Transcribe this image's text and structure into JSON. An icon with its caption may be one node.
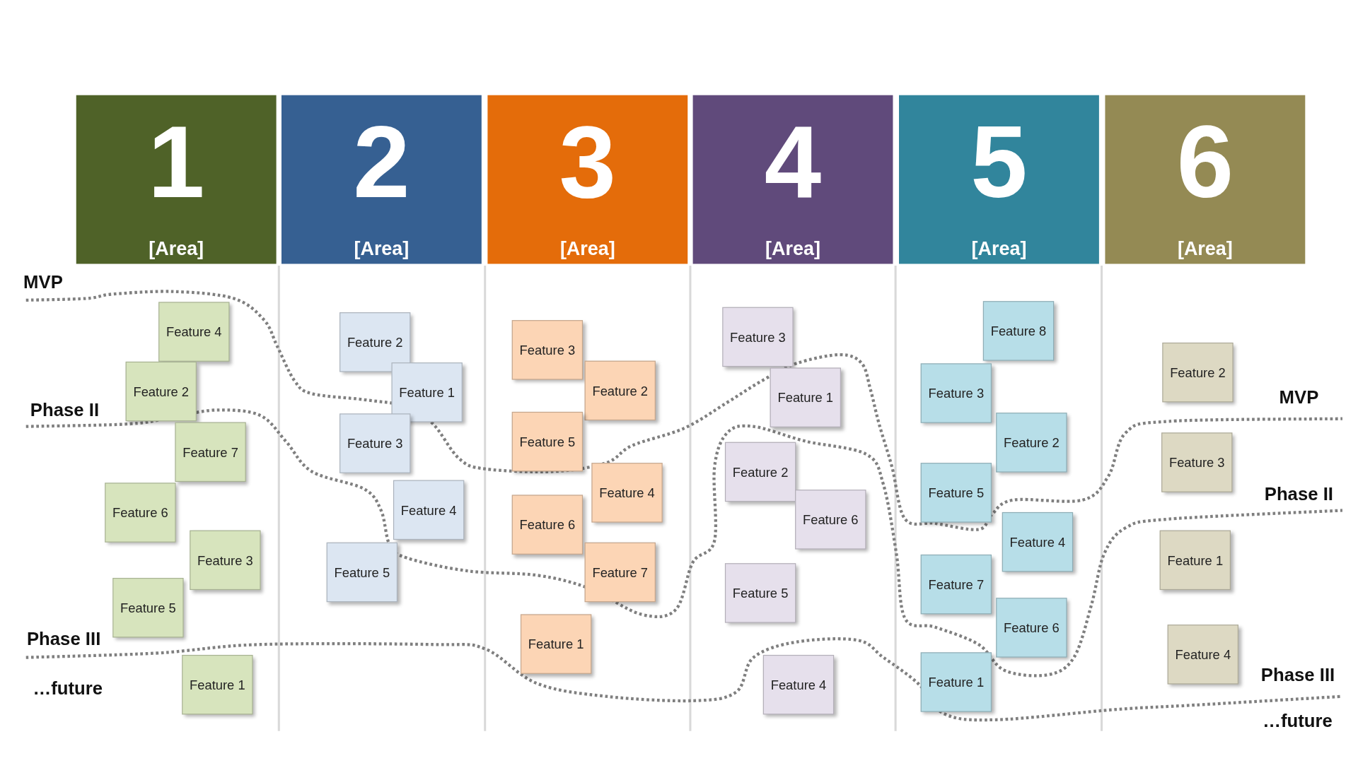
{
  "diagram": {
    "nodes": [
      {
        "text": [
          "1",
          "[Area]"
        ]
      },
      {
        "text": [
          "2",
          "[Area]"
        ]
      },
      {
        "text": [
          "3",
          "[Area]"
        ]
      },
      {
        "text": [
          "4",
          "[Area]"
        ]
      },
      {
        "text": [
          "5",
          "[Area]"
        ]
      },
      {
        "text": [
          "6",
          "[Area]"
        ]
      },
      {
        "text": [
          "Feature 4"
        ]
      },
      {
        "text": [
          "Feature 2"
        ]
      },
      {
        "text": [
          "Feature 7"
        ]
      },
      {
        "text": [
          "Feature 6"
        ]
      },
      {
        "text": [
          "Feature 3"
        ]
      },
      {
        "text": [
          "Feature 5"
        ]
      },
      {
        "text": [
          "Feature 1"
        ]
      },
      {
        "text": [
          "Feature 2"
        ]
      },
      {
        "text": [
          "Feature 1"
        ]
      },
      {
        "text": [
          "Feature 3"
        ]
      },
      {
        "text": [
          "Feature 4"
        ]
      },
      {
        "text": [
          "Feature 5"
        ]
      },
      {
        "text": [
          "Feature 3"
        ]
      },
      {
        "text": [
          "Feature 2"
        ]
      },
      {
        "text": [
          "Feature 5"
        ]
      },
      {
        "text": [
          "Feature 4"
        ]
      },
      {
        "text": [
          "Feature 6"
        ]
      },
      {
        "text": [
          "Feature 7"
        ]
      },
      {
        "text": [
          "Feature 1"
        ]
      },
      {
        "text": [
          "Feature 3"
        ]
      },
      {
        "text": [
          "Feature 1"
        ]
      },
      {
        "text": [
          "Feature 2"
        ]
      },
      {
        "text": [
          "Feature 6"
        ]
      },
      {
        "text": [
          "Feature 5"
        ]
      },
      {
        "text": [
          "Feature 4"
        ]
      },
      {
        "text": [
          "Feature 8"
        ]
      },
      {
        "text": [
          "Feature 3"
        ]
      },
      {
        "text": [
          "Feature 2"
        ]
      },
      {
        "text": [
          "Feature 5"
        ]
      },
      {
        "text": [
          "Feature 4"
        ]
      },
      {
        "text": [
          "Feature 7"
        ]
      },
      {
        "text": [
          "Feature 6"
        ]
      },
      {
        "text": [
          "Feature 1"
        ]
      },
      {
        "text": [
          "Feature 2"
        ]
      },
      {
        "text": [
          "Feature 3"
        ]
      },
      {
        "text": [
          "Feature 1"
        ]
      },
      {
        "text": [
          "Feature 4"
        ]
      }
    ],
    "labels": [
      "MVP",
      "Phase II",
      "Phase III",
      "…future",
      "MVP",
      "Phase II",
      "Phase III",
      "…future"
    ]
  }
}
